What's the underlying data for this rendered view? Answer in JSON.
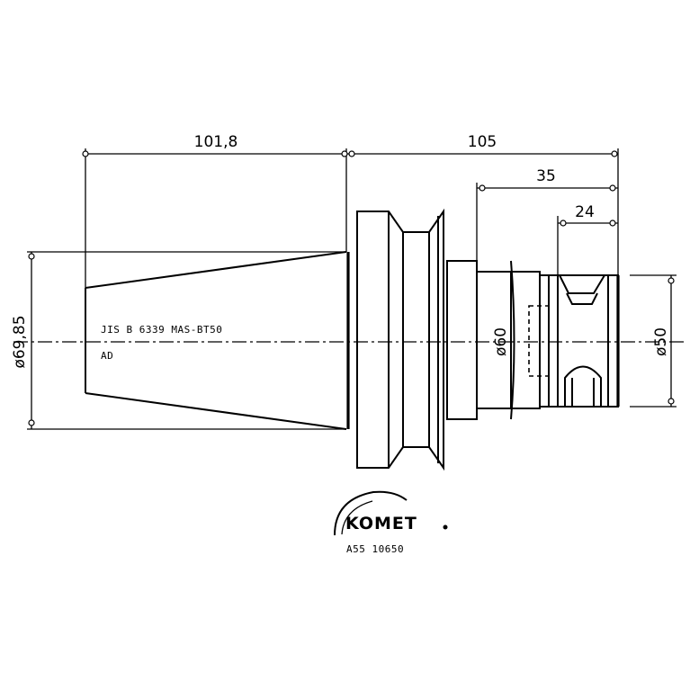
{
  "dimensions": {
    "taper_length": "101,8",
    "overall_length": "105",
    "bore_depth": "35",
    "slot_width": "24",
    "flange_diameter": "ø69,85",
    "body_diameter": "ø60",
    "bore_diameter": "ø50"
  },
  "notes": {
    "standard": "JIS B 6339 MAS-BT50",
    "form": "AD"
  },
  "logo": {
    "brand": "KOMET",
    "part_number": "A55 10650"
  }
}
